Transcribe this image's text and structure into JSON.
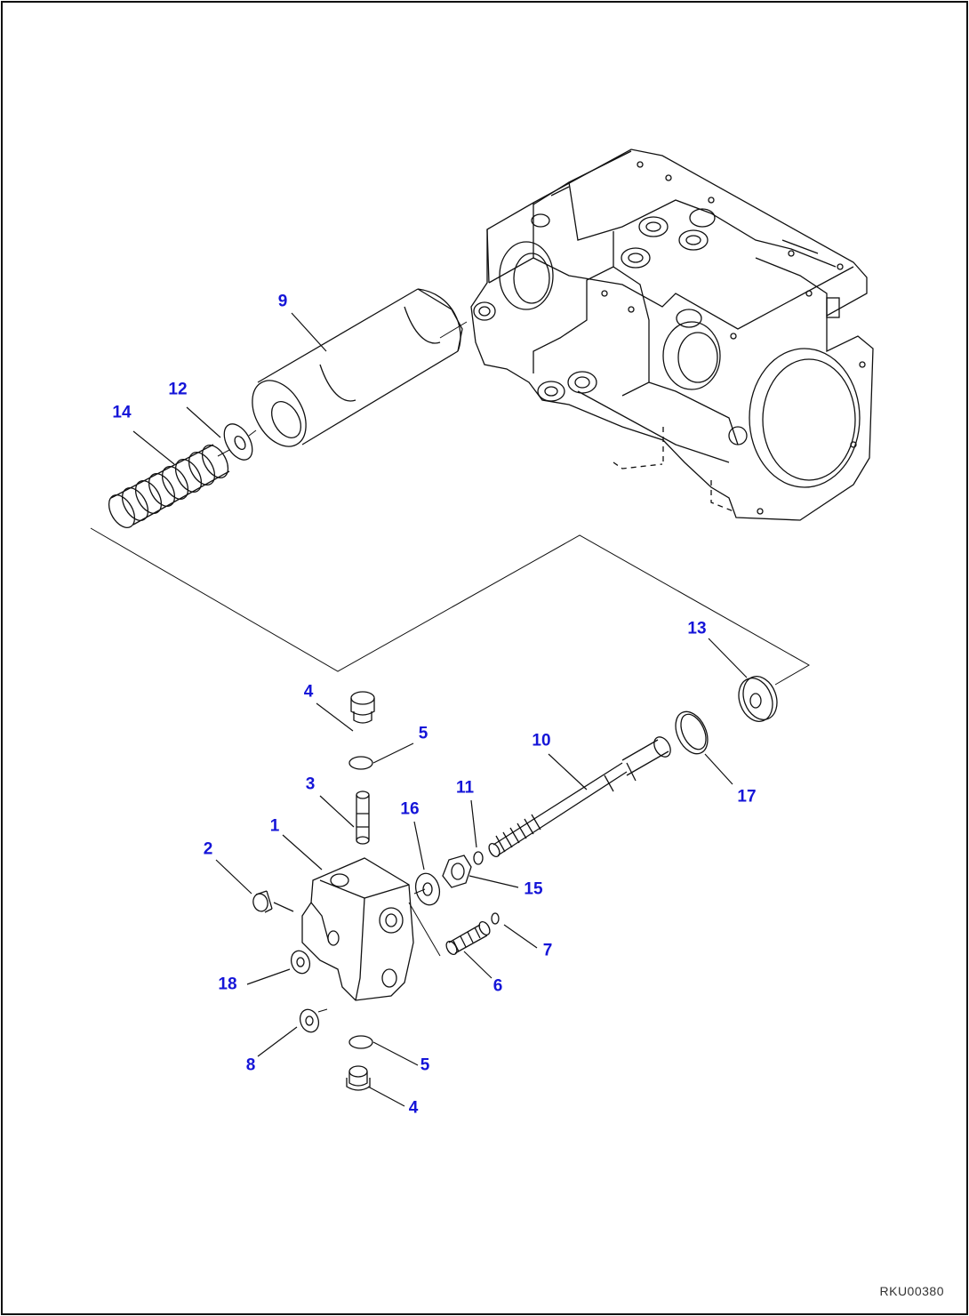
{
  "colors": {
    "callout": "#1515d8",
    "line": "#111111",
    "background": "#ffffff"
  },
  "drawing_code": "RKU00380",
  "callouts": [
    {
      "id": "c9",
      "label": "9"
    },
    {
      "id": "c12",
      "label": "12"
    },
    {
      "id": "c14",
      "label": "14"
    },
    {
      "id": "c13",
      "label": "13"
    },
    {
      "id": "c4a",
      "label": "4"
    },
    {
      "id": "c5a",
      "label": "5"
    },
    {
      "id": "c10",
      "label": "10"
    },
    {
      "id": "c3",
      "label": "3"
    },
    {
      "id": "c11",
      "label": "11"
    },
    {
      "id": "c17",
      "label": "17"
    },
    {
      "id": "c16",
      "label": "16"
    },
    {
      "id": "c1",
      "label": "1"
    },
    {
      "id": "c2",
      "label": "2"
    },
    {
      "id": "c15",
      "label": "15"
    },
    {
      "id": "c7",
      "label": "7"
    },
    {
      "id": "c18",
      "label": "18"
    },
    {
      "id": "c6",
      "label": "6"
    },
    {
      "id": "c8",
      "label": "8"
    },
    {
      "id": "c5b",
      "label": "5"
    },
    {
      "id": "c4b",
      "label": "4"
    }
  ]
}
